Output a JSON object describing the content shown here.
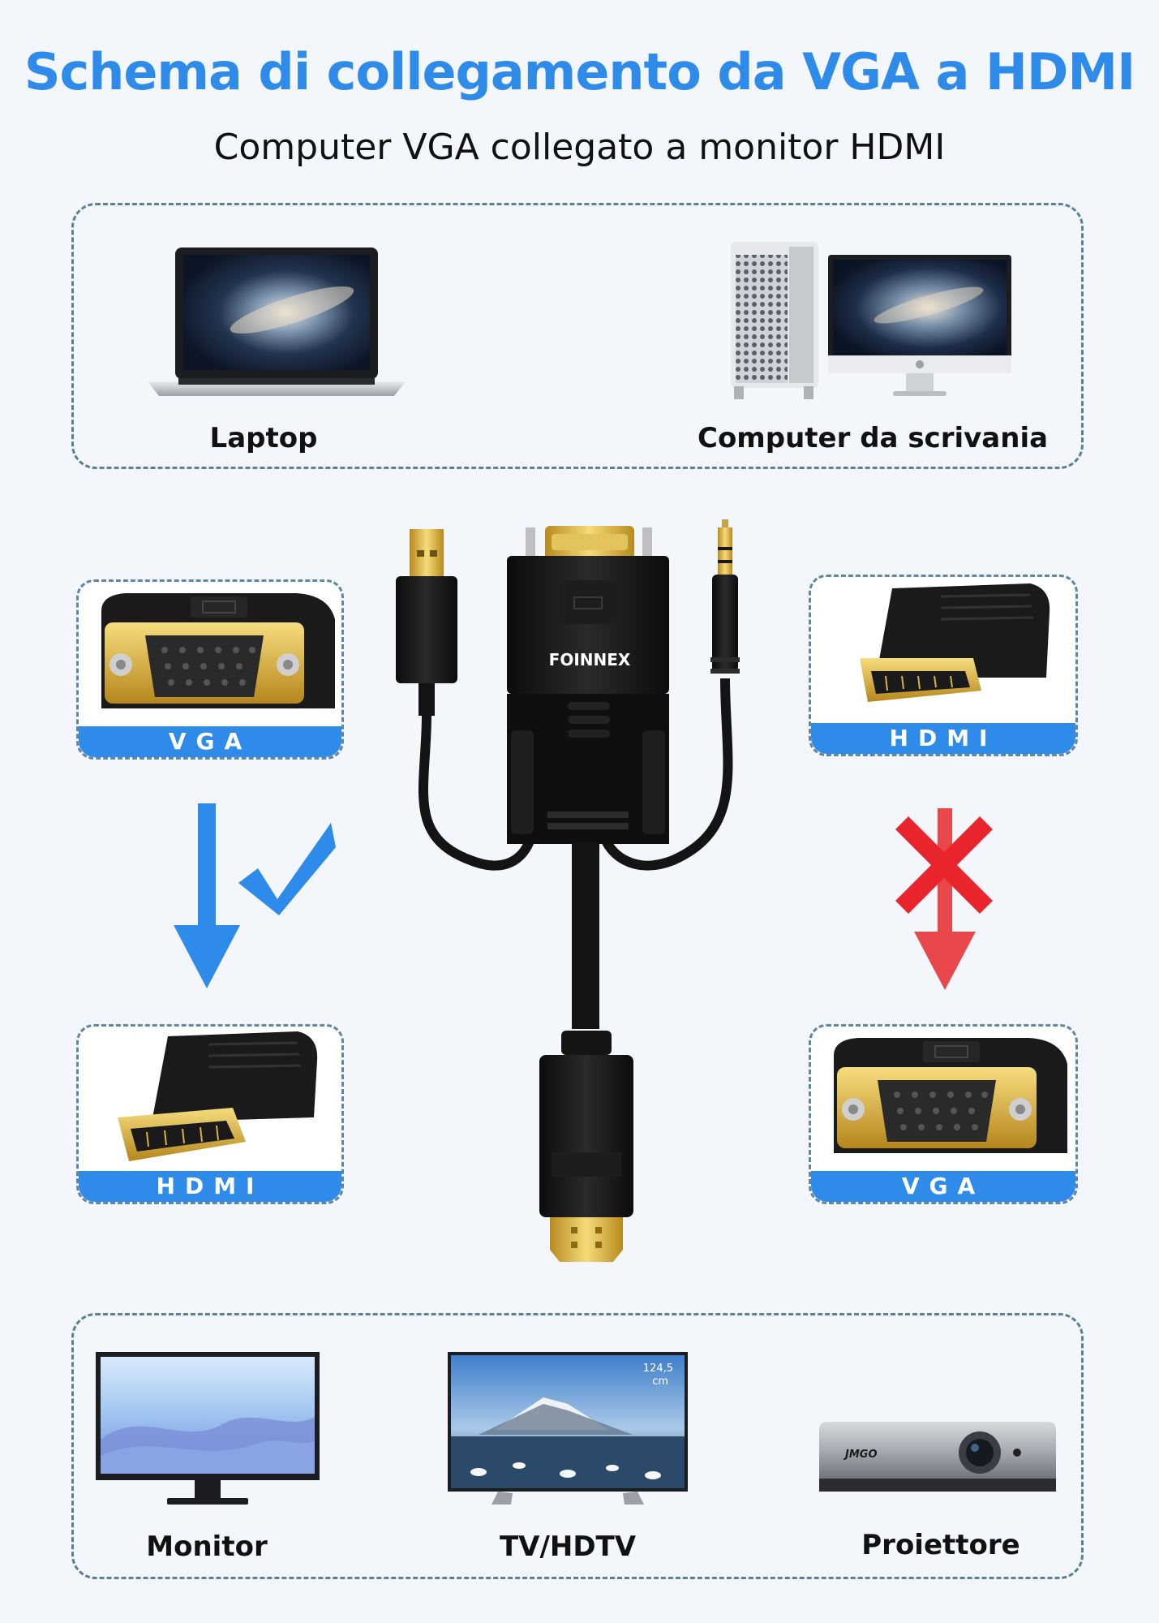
{
  "title": "Schema di collegamento da VGA a HDMI",
  "subtitle": "Computer VGA collegato a monitor HDMI",
  "sources": {
    "laptop": "Laptop",
    "desktop": "Computer da scrivania"
  },
  "adapter": {
    "brand": "FOINNEX"
  },
  "cards": {
    "vga_in": "VGA",
    "hdmi_out": "HDMI",
    "hdmi_in": "HDMI",
    "vga_out": "VGA"
  },
  "outputs": {
    "monitor": "Monitor",
    "tv": "TV/HDTV",
    "projector": "Proiettore",
    "tv_size": "124,5",
    "tv_unit": "cm",
    "projector_brand": "JMGO"
  },
  "colors": {
    "accent": "#2f8bea",
    "ok": "#2f8bea",
    "no": "#e8252d",
    "down_no": "#e8484c"
  }
}
